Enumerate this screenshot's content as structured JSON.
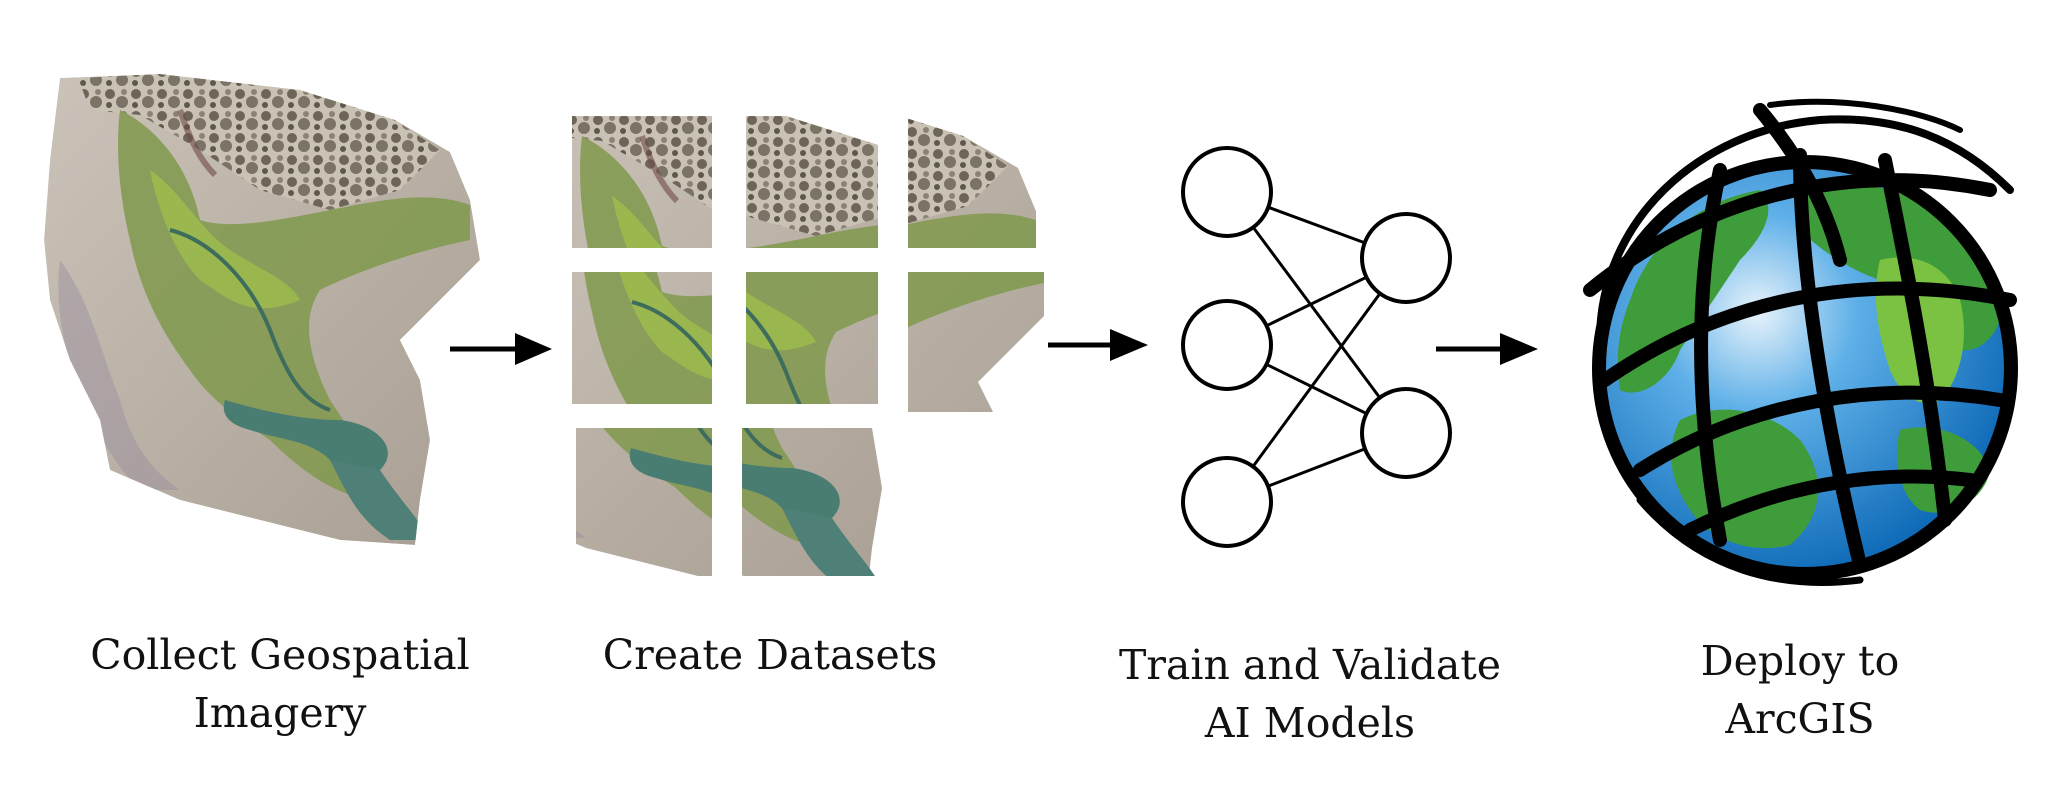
{
  "steps": [
    {
      "id": "collect",
      "label_lines": [
        "Collect Geospatial",
        "Imagery"
      ]
    },
    {
      "id": "create",
      "label_lines": [
        "Create Datasets"
      ]
    },
    {
      "id": "train",
      "label_lines": [
        "Train and Validate",
        "AI Models"
      ]
    },
    {
      "id": "deploy",
      "label_lines": [
        "Deploy to",
        "ArcGIS"
      ]
    }
  ],
  "neural_network": {
    "input_nodes": 3,
    "output_nodes": 2
  },
  "dataset_tiles": {
    "rows": 3,
    "columns": 3,
    "tiles_shown": 8
  },
  "icons": {
    "imagery": "aerial-mosaic-icon",
    "datasets": "tile-grid-icon",
    "model": "neural-network-icon",
    "deploy": "globe-icon",
    "arrow": "arrow-right-icon"
  },
  "colors": {
    "arrow": "#000000",
    "ocean": "#1a7cc8",
    "land": "#3f9c3a",
    "vegetation": "#7f9a45",
    "water_channel": "#4a7d72",
    "sediment": "#b7ada2"
  }
}
